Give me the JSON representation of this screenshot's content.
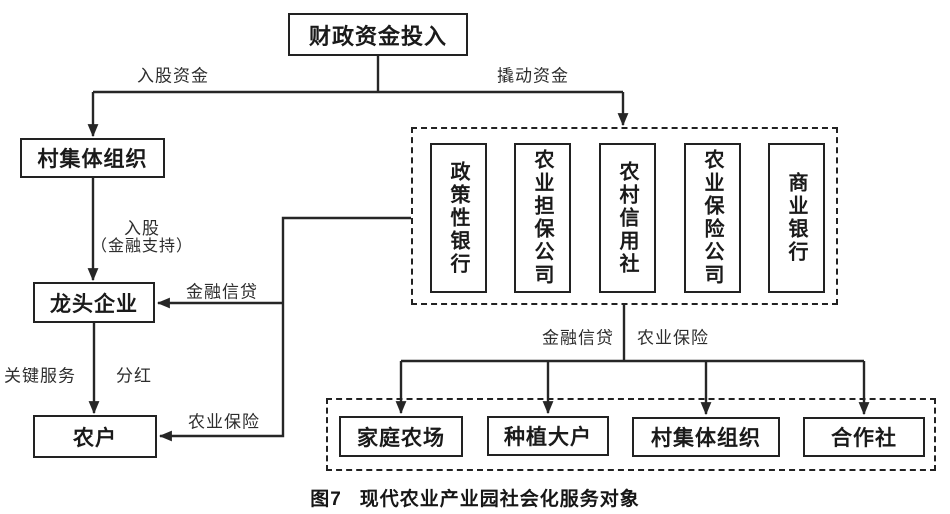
{
  "colors": {
    "ink": "#1a1a1a",
    "line": "#262626",
    "background": "#ffffff"
  },
  "nodes": {
    "fiscal_input": "财政资金投入",
    "village_collective": "村集体组织",
    "leading_enterprise": "龙头企业",
    "farmer": "农户"
  },
  "financial_institutions": [
    "政策性银行",
    "农业担保公司",
    "农村信用社",
    "农业保险公司",
    "商业银行"
  ],
  "service_targets": [
    "家庭农场",
    "种植大户",
    "村集体组织",
    "合作社"
  ],
  "edge_labels": {
    "equity_funds": "入股资金",
    "leverage_funds": "撬动资金",
    "equity": "入股",
    "financial_support": "（金融支持）",
    "financial_credit_to_enterprise": "金融信贷",
    "key_service": "关键服务",
    "dividend": "分红",
    "agri_insurance_to_farmer": "农业保险",
    "financial_credit_to_targets": "金融信贷",
    "agri_insurance_to_targets": "农业保险"
  },
  "caption": {
    "figure_no": "图7",
    "title": "现代农业产业园社会化服务对象"
  }
}
